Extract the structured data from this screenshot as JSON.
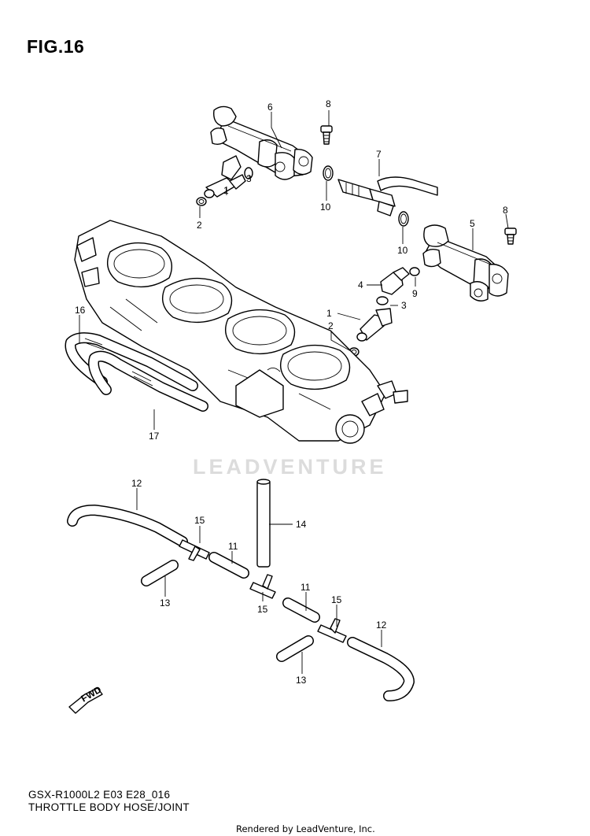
{
  "figure": {
    "title": "FIG.16",
    "watermark": "LEADVENTURE",
    "fwd_label": "FWD"
  },
  "footer": {
    "model_code": "GSX-R1000L2 E03 E28_016",
    "section_title": "THROTTLE BODY HOSE/JOINT",
    "rendered_by": "Rendered by LeadVenture, Inc."
  },
  "callouts": {
    "c1a": "1",
    "c1b": "1",
    "c2a": "2",
    "c2b": "2",
    "c3a": "3",
    "c3b": "3",
    "c4": "4",
    "c5": "5",
    "c6": "6",
    "c7": "7",
    "c8a": "8",
    "c8b": "8",
    "c9": "9",
    "c10a": "10",
    "c10b": "10",
    "c11a": "11",
    "c11b": "11",
    "c12a": "12",
    "c12b": "12",
    "c13a": "13",
    "c13b": "13",
    "c14": "14",
    "c15a": "15",
    "c15b": "15",
    "c15c": "15",
    "c16": "16",
    "c17": "17"
  }
}
